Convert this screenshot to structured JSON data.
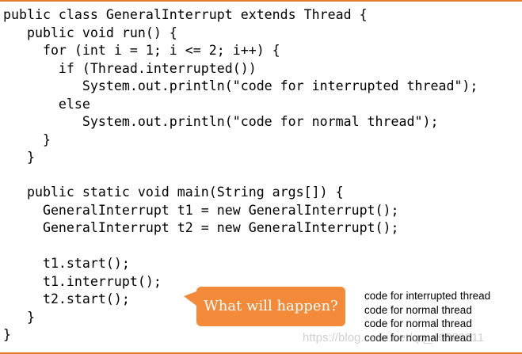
{
  "code": {
    "lines": [
      "public class GeneralInterrupt extends Thread {",
      "   public void run() {",
      "     for (int i = 1; i <= 2; i++) {",
      "       if (Thread.interrupted())",
      "          System.out.println(\"code for interrupted thread\");",
      "       else",
      "          System.out.println(\"code for normal thread\");",
      "     }",
      "   }",
      "",
      "   public static void main(String args[]) {",
      "     GeneralInterrupt t1 = new GeneralInterrupt();",
      "     GeneralInterrupt t2 = new GeneralInterrupt();",
      "",
      "     t1.start();",
      "     t1.interrupt();",
      "     t2.start();",
      "   }",
      "}"
    ]
  },
  "callout": {
    "text": "What will happen?",
    "color": "#f28a3a"
  },
  "output": {
    "lines": [
      "code for interrupted thread",
      "code for normal thread",
      "code for normal thread",
      "code for normal thread"
    ]
  },
  "watermark": {
    "text": "https://blog.csdn.net/qq_40389811"
  },
  "colors": {
    "border": "#e07a2c",
    "text": "#000000"
  }
}
